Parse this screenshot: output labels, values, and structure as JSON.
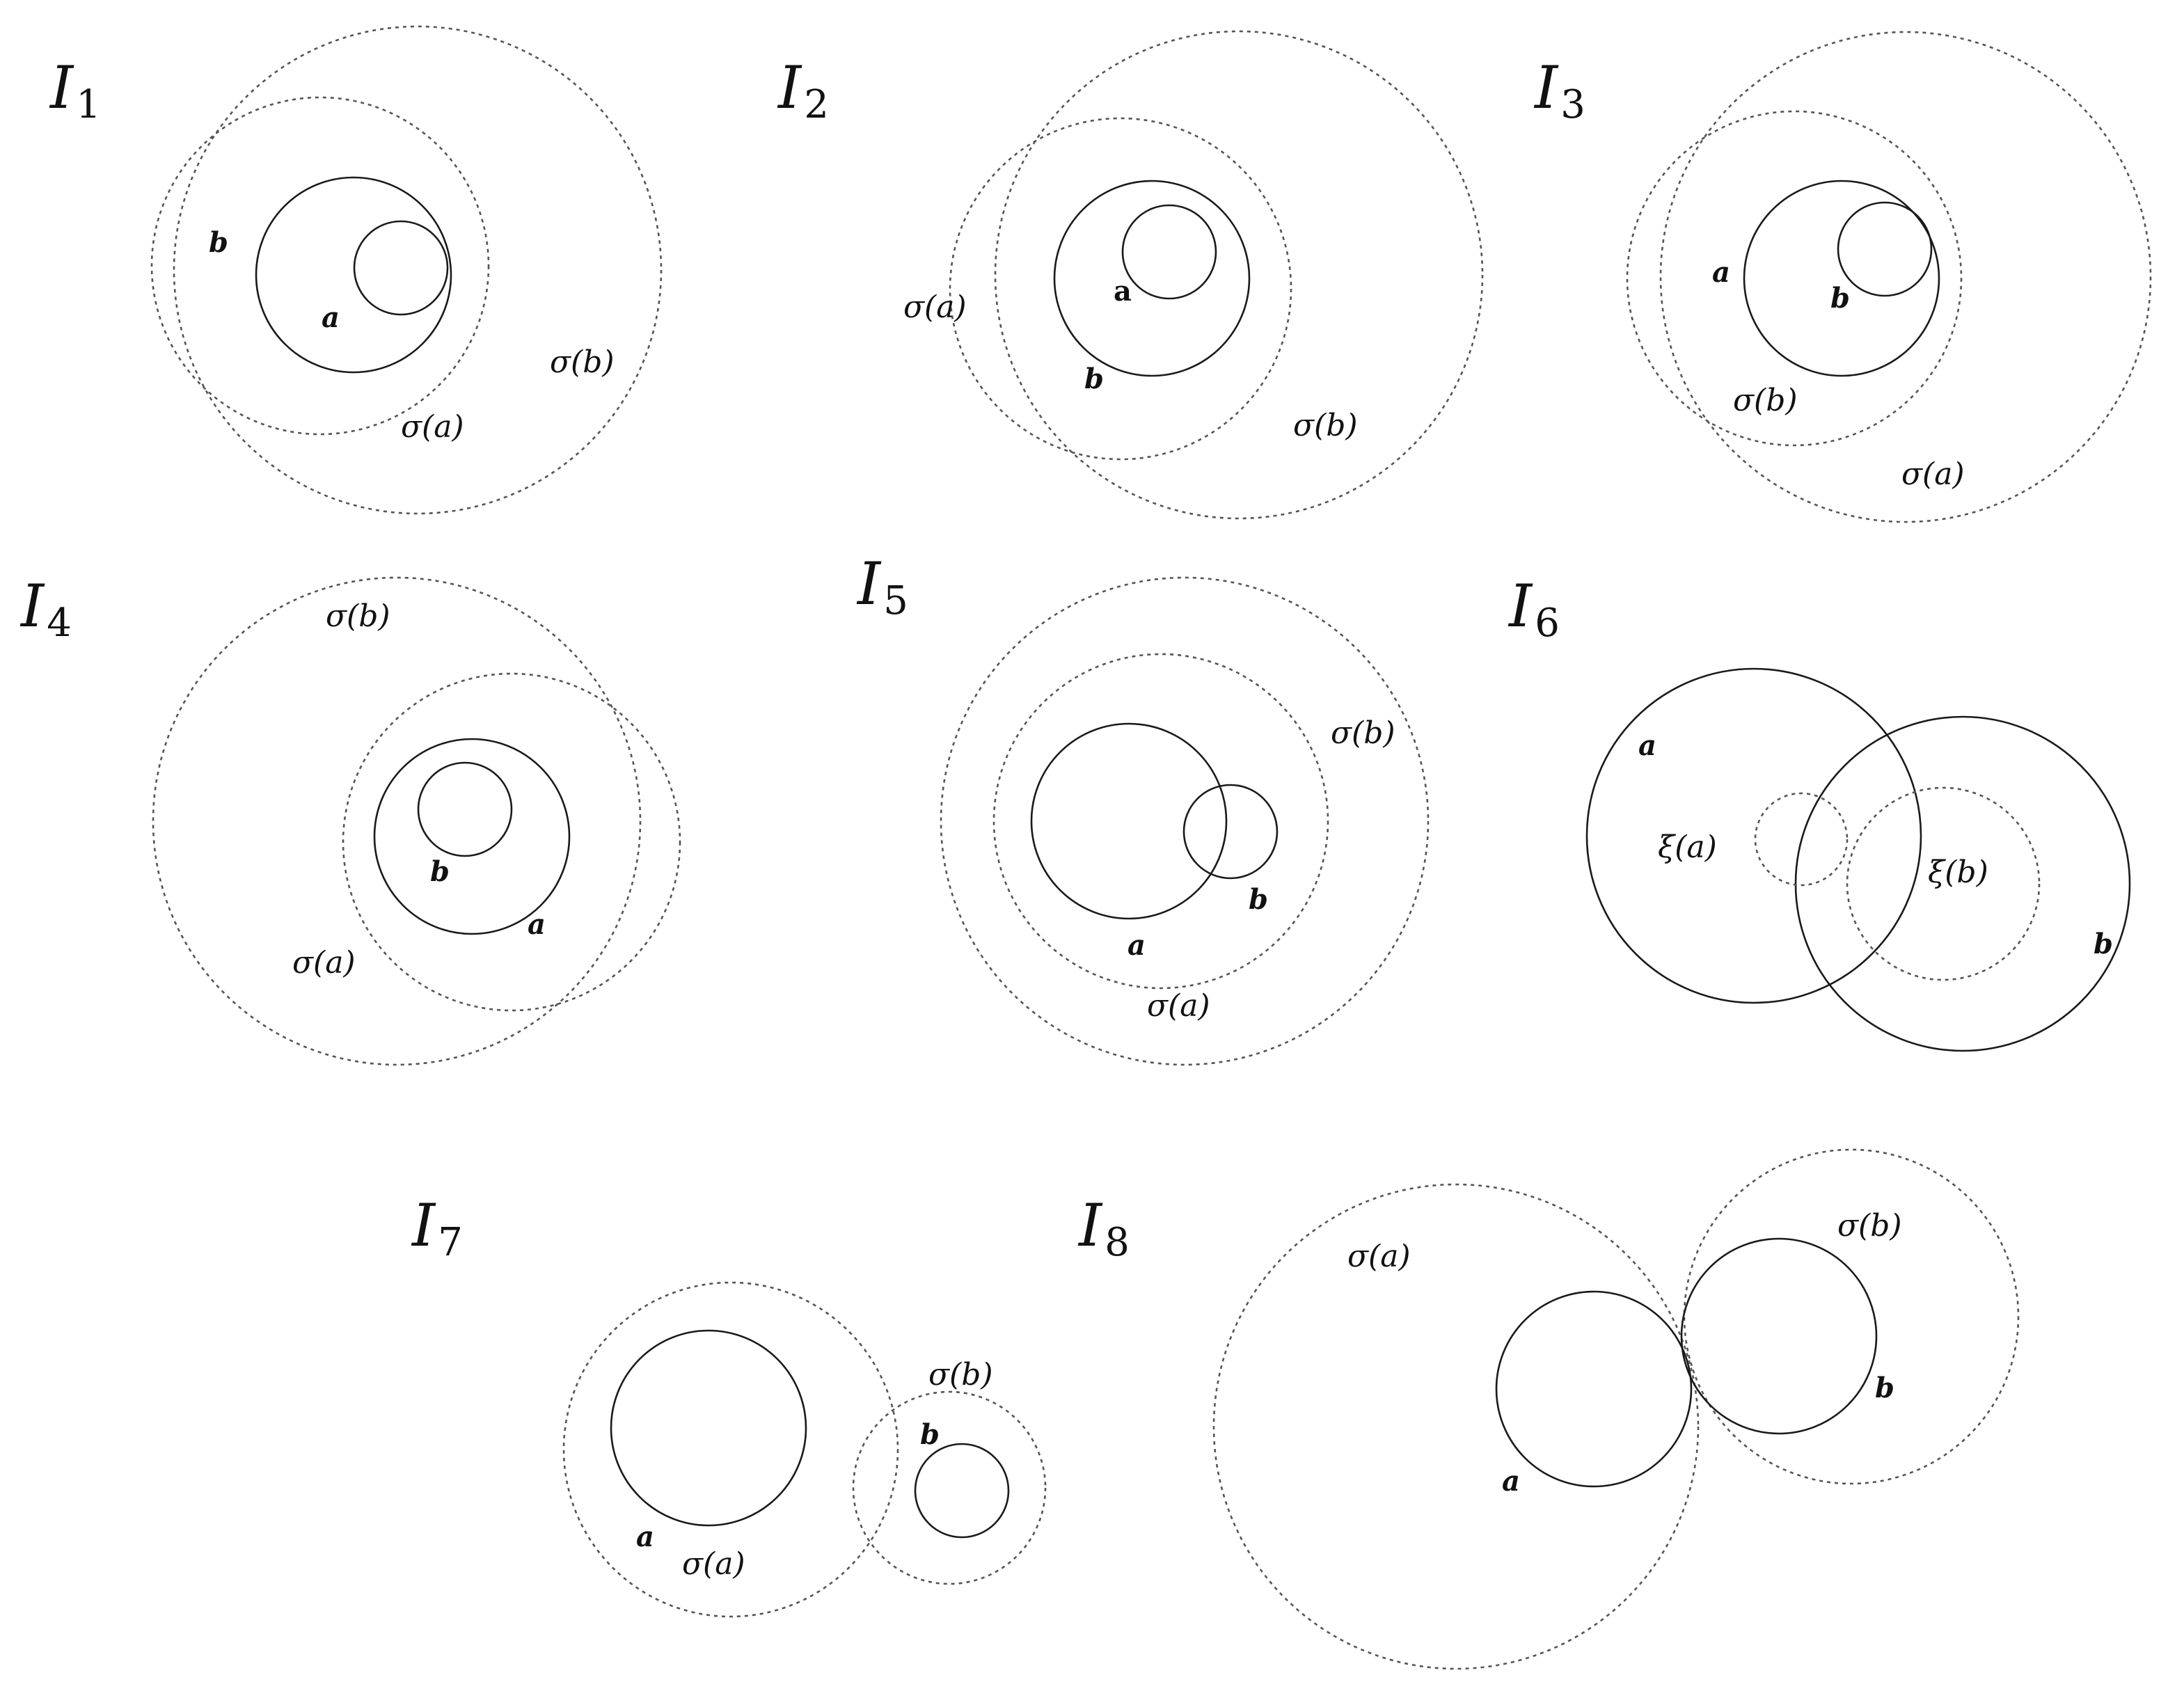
{
  "panels": [
    {
      "id": "I1",
      "title": {
        "base": "I",
        "sub": "1"
      },
      "labels": {
        "a": "a",
        "b": "b",
        "sigma_a": "σ(a)",
        "sigma_b": "σ(b)"
      }
    },
    {
      "id": "I2",
      "title": {
        "base": "I",
        "sub": "2"
      },
      "labels": {
        "a": "a",
        "b": "b",
        "sigma_a": "σ(a)",
        "sigma_b": "σ(b)"
      }
    },
    {
      "id": "I3",
      "title": {
        "base": "I",
        "sub": "3"
      },
      "labels": {
        "a": "a",
        "b": "b",
        "sigma_a": "σ(a)",
        "sigma_b": "σ(b)"
      }
    },
    {
      "id": "I4",
      "title": {
        "base": "I",
        "sub": "4"
      },
      "labels": {
        "a": "a",
        "b": "b",
        "sigma_a": "σ(a)",
        "sigma_b": "σ(b)"
      }
    },
    {
      "id": "I5",
      "title": {
        "base": "I",
        "sub": "5"
      },
      "labels": {
        "a": "a",
        "b": "b",
        "sigma_a": "σ(a)",
        "sigma_b": "σ(b)"
      }
    },
    {
      "id": "I6",
      "title": {
        "base": "I",
        "sub": "6"
      },
      "labels": {
        "a": "a",
        "b": "b",
        "xi_a": "ξ(a)",
        "xi_b": "ξ(b)"
      }
    },
    {
      "id": "I7",
      "title": {
        "base": "I",
        "sub": "7"
      },
      "labels": {
        "a": "a",
        "b": "b",
        "sigma_a": "σ(a)",
        "sigma_b": "σ(b)"
      }
    },
    {
      "id": "I8",
      "title": {
        "base": "I",
        "sub": "8"
      },
      "labels": {
        "a": "a",
        "b": "b",
        "sigma_a": "σ(a)",
        "sigma_b": "σ(b)"
      }
    }
  ],
  "colors": {
    "solid_stroke": "#1a1a1a",
    "dotted_stroke": "#555555",
    "background": "#ffffff"
  }
}
